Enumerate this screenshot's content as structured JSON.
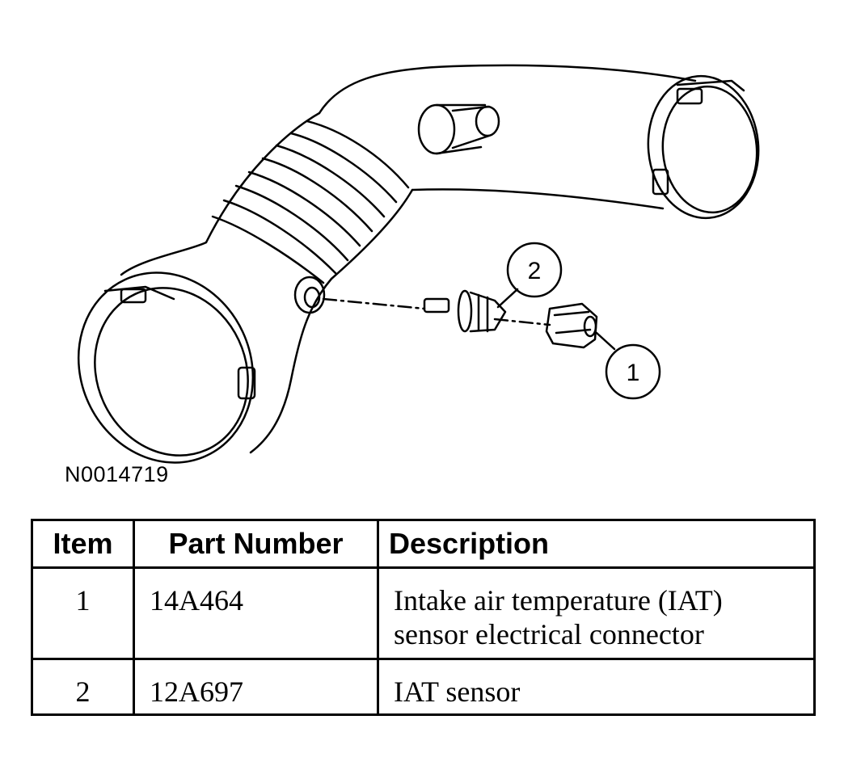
{
  "figure": {
    "id": "N0014719",
    "callouts": [
      "1",
      "2"
    ]
  },
  "parts_table": {
    "headers": {
      "item": "Item",
      "part_number": "Part Number",
      "description": "Description"
    },
    "rows": [
      {
        "item": "1",
        "part_number": "14A464",
        "description_line1": "Intake air temperature (IAT)",
        "description_line2": "sensor electrical connector"
      },
      {
        "item": "2",
        "part_number": "12A697",
        "description_line1": "IAT sensor",
        "description_line2": ""
      }
    ]
  }
}
